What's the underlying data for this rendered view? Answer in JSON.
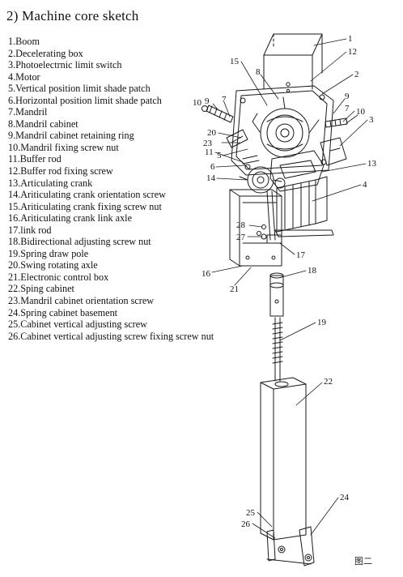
{
  "title": "2) Machine core sketch",
  "parts": [
    {
      "num": "1",
      "name": "Boom"
    },
    {
      "num": "2",
      "name": "Decelerating box"
    },
    {
      "num": "3",
      "name": "Photoelectrnic limit switch"
    },
    {
      "num": "4",
      "name": "Motor"
    },
    {
      "num": "5",
      "name": "Vertical position limit shade patch"
    },
    {
      "num": "6",
      "name": "Horizontal position limit shade patch"
    },
    {
      "num": "7",
      "name": "Mandril"
    },
    {
      "num": "8",
      "name": "Mandril cabinet"
    },
    {
      "num": "9",
      "name": "Mandril cabinet retaining ring"
    },
    {
      "num": "10",
      "name": "Mandril fixing screw nut"
    },
    {
      "num": "11",
      "name": "Buffer rod"
    },
    {
      "num": "12",
      "name": "Buffer rod fixing screw"
    },
    {
      "num": "13",
      "name": "Articulating crank"
    },
    {
      "num": "14",
      "name": "Ariticulating crank orientation screw"
    },
    {
      "num": "15",
      "name": "Ariticulating crank fixing screw nut"
    },
    {
      "num": "16",
      "name": "Ariticulating crank link axle"
    },
    {
      "num": "17",
      "name": "link rod"
    },
    {
      "num": "18",
      "name": "Bidirectional adjusting screw nut"
    },
    {
      "num": "19",
      "name": "Spring draw pole"
    },
    {
      "num": "20",
      "name": "Swing rotating axle"
    },
    {
      "num": "21",
      "name": "Electronic control box"
    },
    {
      "num": "22",
      "name": "Sping cabinet"
    },
    {
      "num": "23",
      "name": "Mandril cabinet orientation screw"
    },
    {
      "num": "24",
      "name": "Spring cabinet basement"
    },
    {
      "num": "25",
      "name": "Cabinet vertical adjusting screw"
    },
    {
      "num": "26",
      "name": "Cabinet vertical adjusting screw fixing screw nut"
    }
  ],
  "callouts": [
    "1",
    "2",
    "3",
    "4",
    "5",
    "6",
    "7",
    "7",
    "8",
    "9",
    "9",
    "10",
    "10",
    "11",
    "12",
    "13",
    "14",
    "15",
    "16",
    "17",
    "18",
    "19",
    "20",
    "21",
    "22",
    "23",
    "24",
    "25",
    "26",
    "27",
    "28"
  ],
  "figure_caption": "图二"
}
